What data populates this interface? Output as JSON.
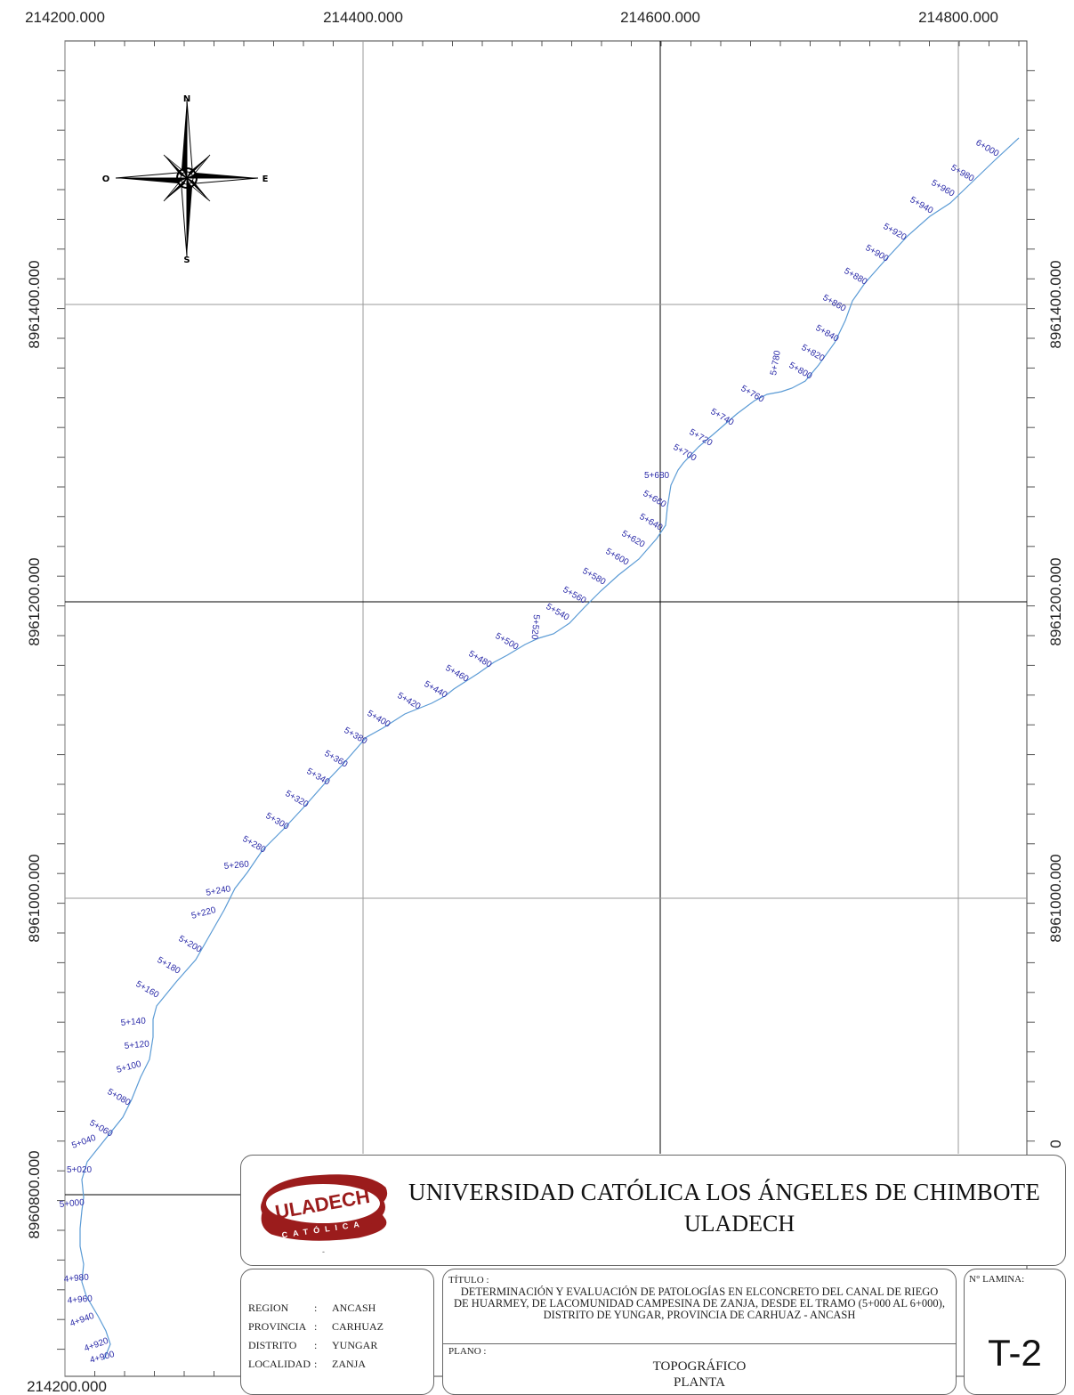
{
  "map": {
    "x_labels": [
      "214200.000",
      "214400.000",
      "214600.000",
      "214800.000"
    ],
    "bottom_x_label": "214200.000",
    "y_labels": [
      "8961400.000",
      "8961200.000",
      "8961000.000",
      "8960800.000"
    ],
    "right_cut_label": "0",
    "compass": {
      "n": "N",
      "s": "S",
      "e": "E",
      "o": "O"
    },
    "stations": [
      "4+900",
      "4+920",
      "4+940",
      "4+960",
      "4+980",
      "5+000",
      "5+020",
      "5+040",
      "5+060",
      "5+080",
      "5+100",
      "5+120",
      "5+140",
      "5+160",
      "5+180",
      "5+200",
      "5+220",
      "5+240",
      "5+260",
      "5+280",
      "5+300",
      "5+320",
      "5+340",
      "5+360",
      "5+380",
      "5+400",
      "5+420",
      "5+440",
      "5+460",
      "5+480",
      "5+500",
      "5+520",
      "5+540",
      "5+560",
      "5+580",
      "5+600",
      "5+620",
      "5+640",
      "5+660",
      "5+680",
      "5+700",
      "5+720",
      "5+740",
      "5+760",
      "5+780",
      "5+800",
      "5+820",
      "5+840",
      "5+860",
      "5+880",
      "5+900",
      "5+920",
      "5+940",
      "5+960",
      "5+980",
      "6+000"
    ],
    "colors": {
      "alignment": "#5b9bd5",
      "labels": "#2a2aa8",
      "grid_major": "#000000",
      "grid_minor": "#9a9a9a"
    }
  },
  "titleblock": {
    "university": "UNIVERSIDAD CATÓLICA LOS ÁNGELES DE CHIMBOTE",
    "acronym": "ULADECH",
    "logo_dash": "-",
    "location": [
      {
        "key": "REGION",
        "value": "ANCASH"
      },
      {
        "key": "PROVINCIA",
        "value": "CARHUAZ"
      },
      {
        "key": "DISTRITO",
        "value": "YUNGAR"
      },
      {
        "key": "LOCALIDAD",
        "value": "ZANJA"
      }
    ],
    "colon": ":",
    "title_label": "TÍTULO :",
    "title_text": "DETERMINACIÓN Y EVALUACIÓN DE PATOLOGÍAS EN ELCONCRETO DEL CANAL DE RIEGO DE HUARMEY, DE LACOMUNIDAD CAMPESINA DE ZANJA, DESDE EL TRAMO (5+000 AL 6+000), DISTRITO DE YUNGAR, PROVINCIA DE CARHUAZ - ANCASH",
    "plano_label": "PLANO :",
    "plano_line1": "TOPOGRÁFICO",
    "plano_line2": "PLANTA",
    "lamina_label": "N° LAMINA:",
    "lamina_value": "T-2"
  }
}
